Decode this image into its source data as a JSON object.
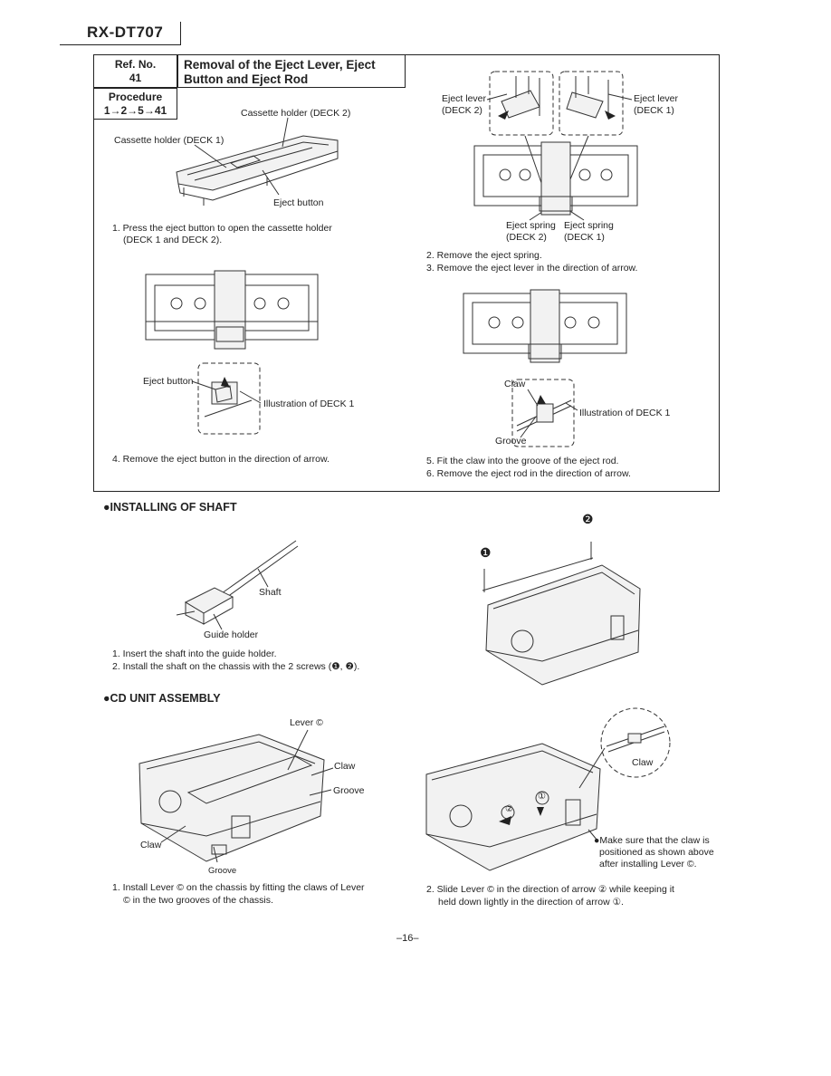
{
  "header": {
    "model": "RX-DT707"
  },
  "box": {
    "ref_label": "Ref. No.",
    "ref_value": "41",
    "title_line1": "Removal of the Eject Lever, Eject",
    "title_line2": "Button and Eject Rod",
    "proc_label": "Procedure",
    "proc_value": "1→2→5→41"
  },
  "left_panel": {
    "label_holder_deck2": "Cassette holder (DECK 2)",
    "label_holder_deck1": "Cassette holder (DECK 1)",
    "label_eject_button": "Eject button",
    "step1_line1": "1. Press the eject button to open the cassette holder",
    "step1_line2": "(DECK 1 and DECK 2).",
    "label_eject_button2": "Eject button",
    "label_illustration": "Illustration of DECK 1",
    "step4": "4. Remove the eject button in the direction of arrow."
  },
  "right_panel": {
    "eject_lever_deck2_a": "Eject lever",
    "eject_lever_deck2_b": "(DECK 2)",
    "eject_lever_deck1_a": "Eject lever",
    "eject_lever_deck1_b": "(DECK 1)",
    "spring_deck2_a": "Eject spring",
    "spring_deck2_b": "(DECK 2)",
    "spring_deck1_a": "Eject spring",
    "spring_deck1_b": "(DECK 1)",
    "step2": "2. Remove the eject spring.",
    "step3": "3. Remove the eject lever in the direction of arrow.",
    "label_claw": "Claw",
    "label_groove": "Groove",
    "label_illustration": "Illustration of DECK 1",
    "step5": "5. Fit the claw into the groove of the eject rod.",
    "step6": "6. Remove the eject rod in the direction of arrow."
  },
  "shaft_section": {
    "heading": "●INSTALLING OF SHAFT",
    "label_shaft": "Shaft",
    "label_guide_holder": "Guide holder",
    "step1": "1. Insert the shaft into the guide holder.",
    "step2": "2. Install the shaft on the chassis with the 2 screws (❶, ❷).",
    "screw1": "❶",
    "screw2": "❷"
  },
  "cd_section": {
    "heading": "●CD UNIT ASSEMBLY",
    "label_lever": "Lever ©",
    "label_claw": "Claw",
    "label_groove": "Groove",
    "label_claw_left": "Claw",
    "label_groove_bottom": "Groove",
    "step1_line1": "1. Install Lever © on the chassis by fitting the claws of Lever",
    "step1_line2": "© in the two grooves of the chassis.",
    "label_claw_zoom": "Claw",
    "note_line1": "●Make sure that the claw is",
    "note_line2": "positioned as shown above",
    "note_line3": "after installing Lever ©.",
    "arrow1": "①",
    "arrow2": "②",
    "step2_line1": "2. Slide Lever © in the direction of arrow ② while keeping it",
    "step2_line2": "held down lightly in the direction of arrow ①."
  },
  "footer": {
    "page": "–16–"
  }
}
